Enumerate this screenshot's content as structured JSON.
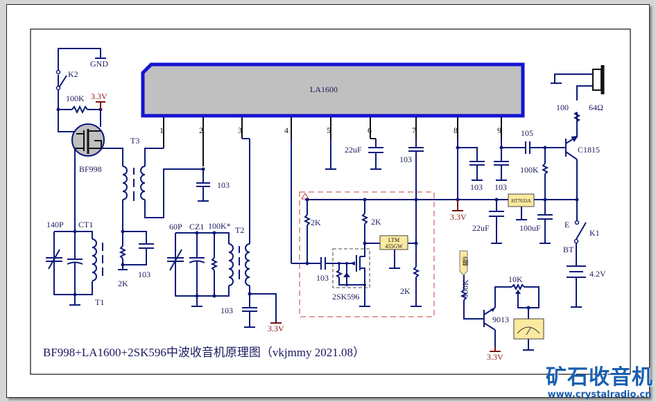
{
  "title": "BF998+LA1600+2SK596中波收音机原理图（vkjmmy  2021.08）",
  "watermark": {
    "name": "矿石收音机",
    "url": "www.crystalradio.cn"
  },
  "ic": {
    "name": "LA1600",
    "pins": [
      "1",
      "2",
      "3",
      "4",
      "5",
      "6",
      "7",
      "8",
      "9"
    ]
  },
  "components": {
    "k2": "K2",
    "gnd": "GND",
    "r100k_top": "100K",
    "v33_top": "3.3V",
    "bf998": "BF998",
    "t3": "T3",
    "c140p": "140P",
    "ct1": "CT1",
    "t1": "T1",
    "r2k_left": "2K",
    "c103_t3": "103",
    "c60p": "60P",
    "cz1": "CZ1",
    "r100k_star": "100K*",
    "t2": "T2",
    "c103_t2": "103",
    "v33_t2": "3.3V",
    "c103_pin2": "103",
    "c22uf_pin6": "22uF",
    "c103_pin7": "103",
    "c103_pin8": "103",
    "c103_pin9": "103",
    "v33_pin8": "3.3V",
    "c105": "105",
    "r100k_bias": "100K",
    "q_c1815": "C1815",
    "r100": "100",
    "spk": "64Ω",
    "ht7033a": "HT7033A",
    "c22uf_reg": "22uF",
    "c100uf": "100uF",
    "e": "E",
    "k1": "K1",
    "bt": "BT",
    "bat": "4.2V",
    "r2k_a": "2K",
    "r2k_b": "2K",
    "ltm": "LTM",
    "ltm2": "455GW",
    "c103_fet": "103",
    "q_2sk596": "2SK596",
    "r2k_c": "2K",
    "pin6_tag": "6脚",
    "r100k_meter": "100K",
    "q_9013": "9013",
    "pot10k": "10K",
    "v33_meter": "3.3V"
  }
}
